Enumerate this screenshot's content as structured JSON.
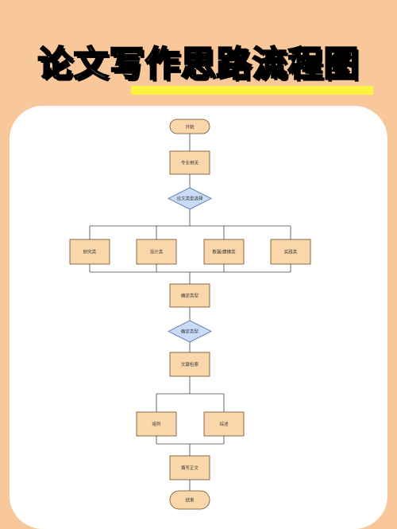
{
  "title": "论文写作思路流程图",
  "nodes": {
    "start": "开始",
    "major": "专业相关",
    "decision1": "论文类型选择",
    "research": "研究类",
    "design": "设计类",
    "datamodel": "数据/建模类",
    "practice": "实践类",
    "confirm": "确定类型",
    "decision2": "确定类型",
    "literature": "文献检索",
    "analysis": "组列",
    "summary": "综述",
    "writing": "撰写正文",
    "end": "结束"
  }
}
